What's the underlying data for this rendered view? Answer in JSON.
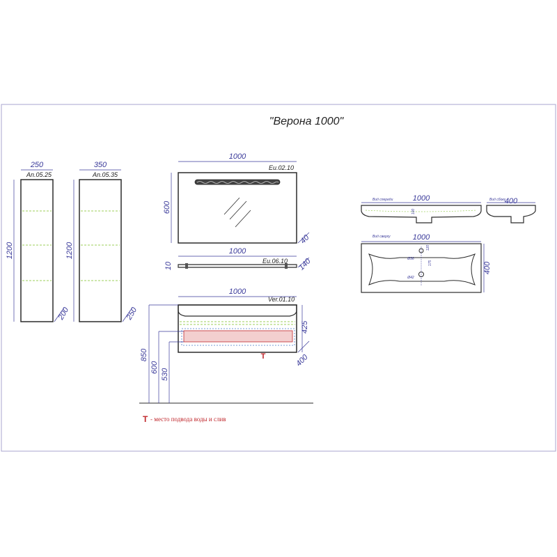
{
  "title": "\"Верона 1000\"",
  "colors": {
    "line": "#2b2b2b",
    "dimension": "#3a3a9a",
    "shelf_dash": "#9ccf5a",
    "drawer_dash": "#4a78c8",
    "drawer_fill": "#f3cfcf",
    "marker": "#c0282d",
    "frame": "#a9a6cf"
  },
  "cabinet_small": {
    "code": "An.05.25",
    "width": "250",
    "height": "1200",
    "depth": "200"
  },
  "cabinet_large": {
    "code": "An.05.35",
    "width": "350",
    "height": "1200",
    "depth": "250"
  },
  "mirror": {
    "code": "Eu.02.10",
    "width": "1000",
    "height": "600",
    "depth": "40"
  },
  "shelf": {
    "code": "Eu.06.10",
    "width": "1000",
    "height": "10",
    "depth": "140"
  },
  "vanity": {
    "code": "Ver.01.10",
    "width": "1000",
    "height": "425",
    "depth": "400",
    "elev_top": "850",
    "elev_600": "600",
    "elev_530": "530",
    "marker": "T"
  },
  "sink_front": {
    "label": "Вид спереди",
    "width": "1000",
    "inner": "100"
  },
  "sink_side": {
    "label": "Вид сбоку",
    "width": "400"
  },
  "sink_top": {
    "label": "Вид сверху",
    "width": "1000",
    "depth": "400",
    "dim_a": "Ø36",
    "dim_b": "Ø42",
    "dim_c": "120",
    "dim_d": "175"
  },
  "legend": {
    "marker": "T",
    "text": "- место подвода воды и слив"
  }
}
